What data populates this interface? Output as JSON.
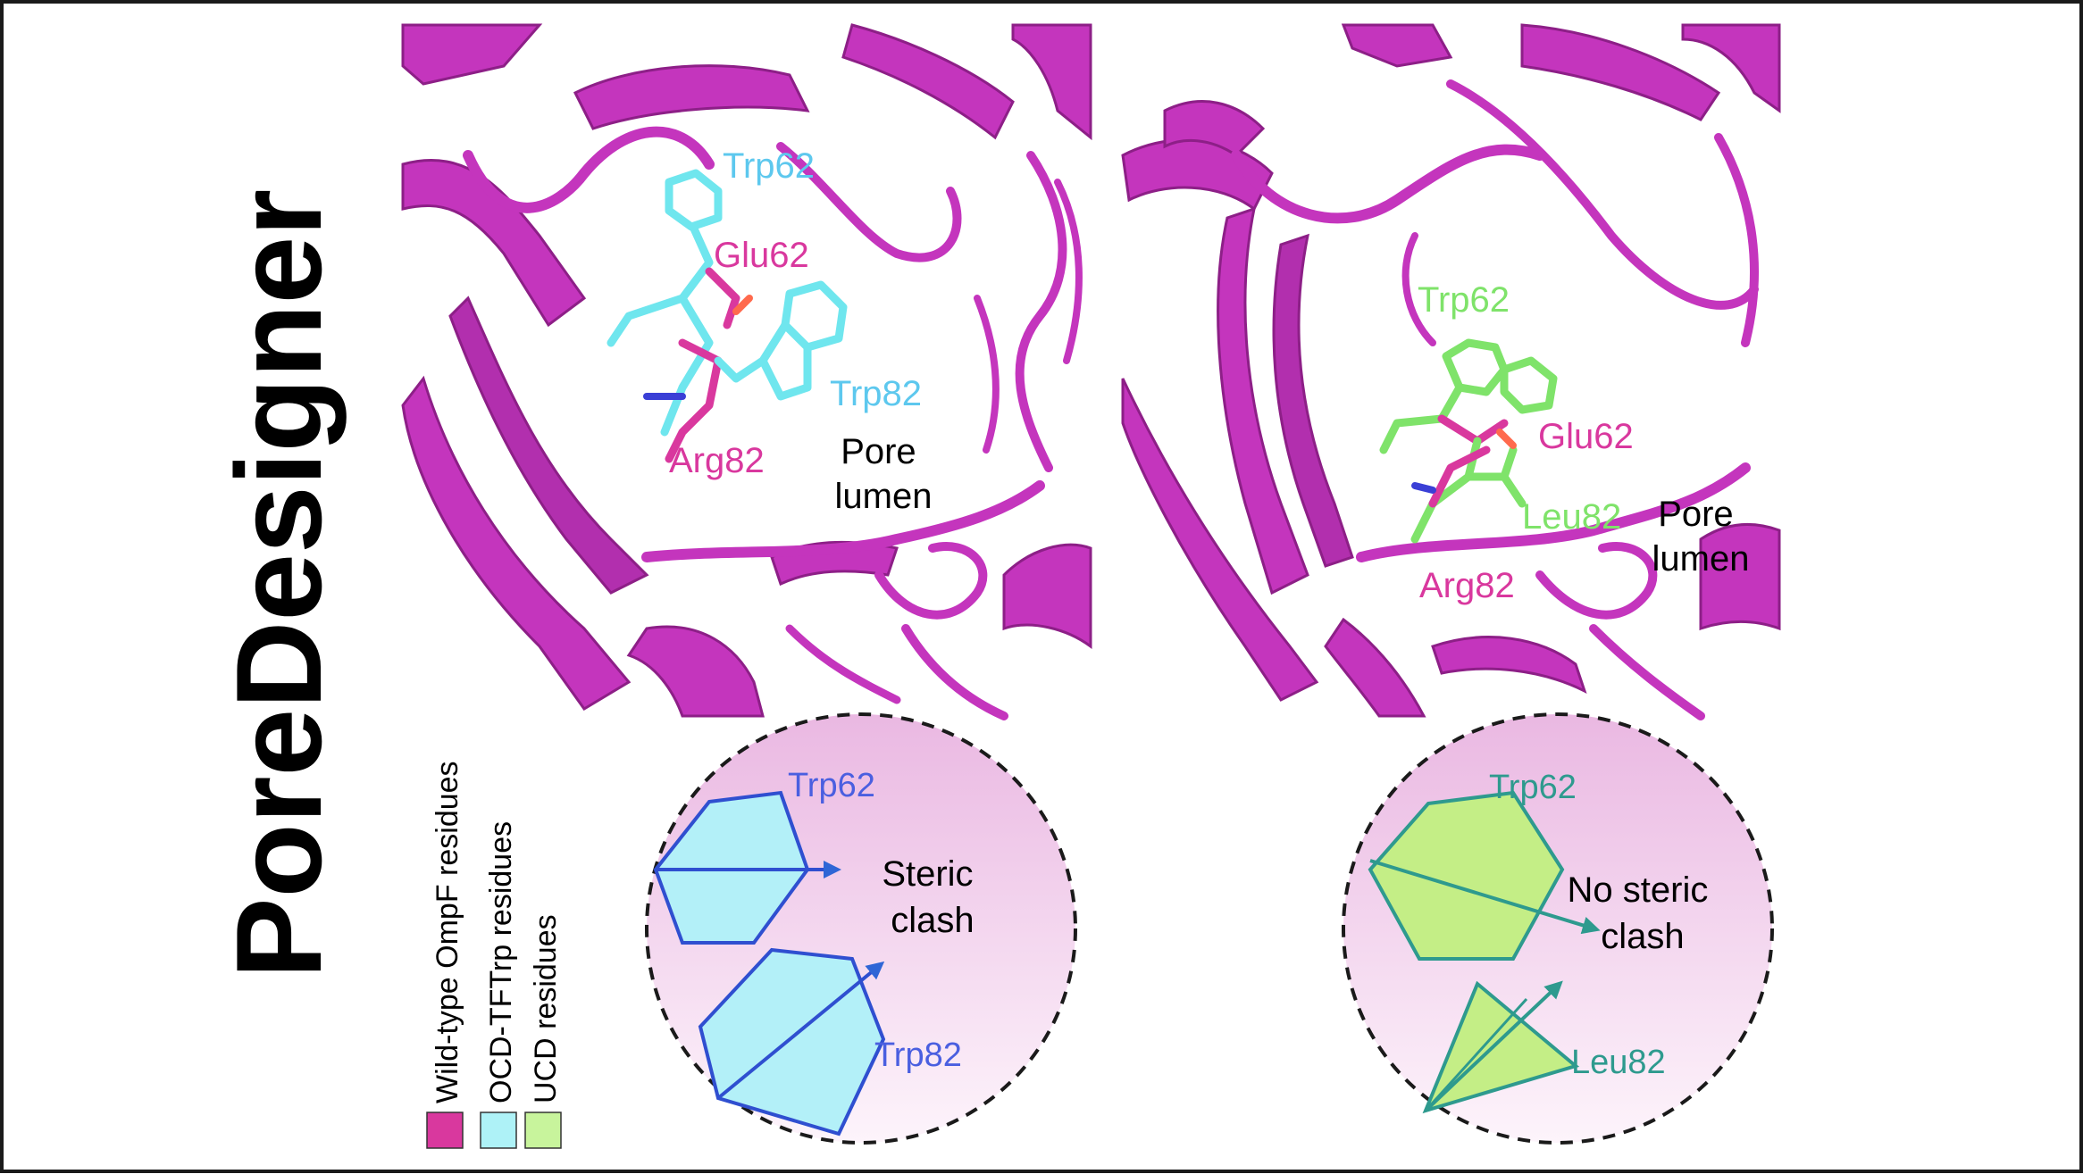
{
  "title": "PoreDesigner",
  "colors": {
    "protein": "#c435bd",
    "protein_dark": "#8d1f87",
    "wildtype": "#d9389e",
    "ocd": "#6fe6ee",
    "ucd": "#7fe36a",
    "blue_arrow": "#2f66d6",
    "teal_arrow": "#2e9a8e"
  },
  "legend": [
    {
      "label": "Wild-type OmpF residues",
      "color": "#d9389e"
    },
    {
      "label": "OCD-TFTrp residues",
      "color": "#aef2f7"
    },
    {
      "label": "UCD residues",
      "color": "#c8f49c"
    }
  ],
  "left_panel": {
    "labels": {
      "trp62": "Trp62",
      "glu62": "Glu62",
      "trp82": "Trp82",
      "arg82": "Arg82",
      "pore_line1": "Pore",
      "pore_line2": "lumen"
    },
    "inset": {
      "trp62": "Trp62",
      "trp82": "Trp82",
      "note_line1": "Steric",
      "note_line2": "clash"
    }
  },
  "right_panel": {
    "labels": {
      "trp62": "Trp62",
      "glu62": "Glu62",
      "leu82": "Leu82",
      "arg82": "Arg82",
      "pore_line1": "Pore",
      "pore_line2": "lumen"
    },
    "inset": {
      "trp62": "Trp62",
      "leu82": "Leu82",
      "note_line1": "No steric",
      "note_line2": "clash"
    }
  }
}
